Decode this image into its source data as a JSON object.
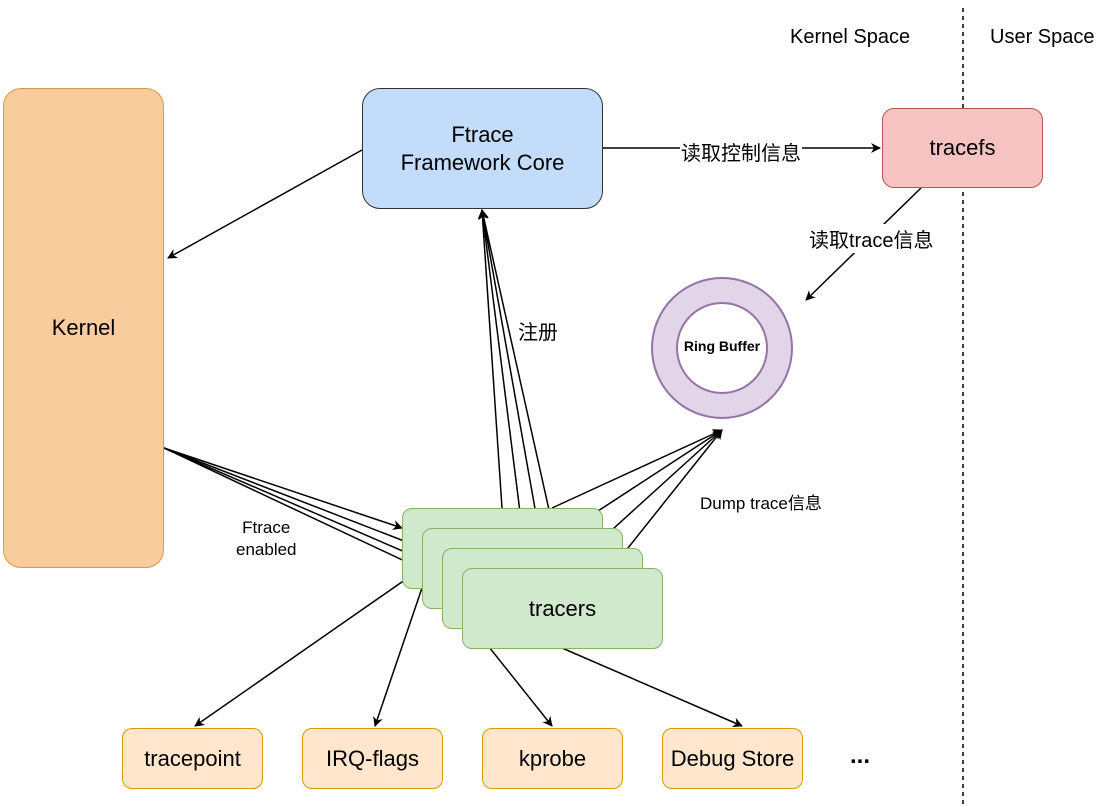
{
  "regions": {
    "kernel_space": "Kernel Space",
    "user_space": "User Space"
  },
  "nodes": {
    "kernel": "Kernel",
    "ftrace_core_line1": "Ftrace",
    "ftrace_core_line2": "Framework Core",
    "tracefs": "tracefs",
    "ring_buffer": "Ring Buffer",
    "tracers": "tracers",
    "leaves": [
      "tracepoint",
      "IRQ-flags",
      "kprobe",
      "Debug Store"
    ],
    "more": "..."
  },
  "edge_labels": {
    "read_control": "读取控制信息",
    "read_trace": "读取trace信息",
    "register": "注册",
    "dump_trace": "Dump trace信息",
    "ftrace_enabled_line1": "Ftrace",
    "ftrace_enabled_line2": "enabled"
  },
  "colors": {
    "kernel_fill": "#f8cc9c",
    "ftrace_fill": "#c3dcf9",
    "tracefs_fill": "#f7c2c2",
    "ring_fill": "#e1d5e7",
    "ring_stroke": "#9673a6",
    "tracer_fill": "#d0e8cc",
    "leaf_fill": "#ffe6cc"
  }
}
